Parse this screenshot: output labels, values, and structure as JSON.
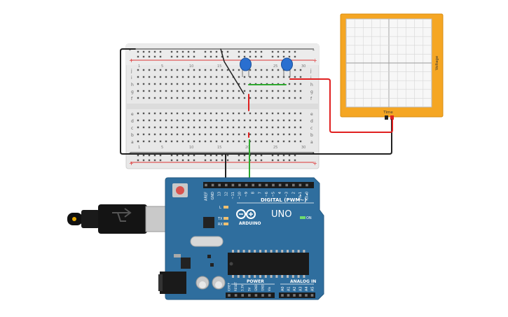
{
  "breadboard": {
    "row_labels_top": [
      "j",
      "i",
      "h",
      "g",
      "f"
    ],
    "row_labels_bottom": [
      "e",
      "d",
      "c",
      "b",
      "a"
    ],
    "column_numbers": [
      "1",
      "5",
      "10",
      "15",
      "20",
      "25",
      "30"
    ],
    "rail_plus": "+",
    "rail_minus": "-"
  },
  "oscilloscope": {
    "x_label": "Time",
    "y_label": "Voltage",
    "frame_color": "#f5a623"
  },
  "arduino": {
    "brand": "ARDUINO",
    "model": "UNO",
    "digital_label": "DIGITAL (PWM~)",
    "power_label": "POWER",
    "analog_label": "ANALOG IN",
    "on_label": "ON",
    "l_label": "L",
    "tx_label": "TX",
    "rx_label": "RX",
    "digital_pins": [
      "AREF",
      "GND",
      "13",
      "12",
      "~11",
      "~10",
      "~9",
      "8",
      "7",
      "~6",
      "~5",
      "4",
      "~3",
      "2",
      "TX▸1",
      "RX◂0"
    ],
    "power_pins": [
      "IOREF",
      "RESET",
      "3.3V",
      "5V",
      "GND",
      "GND",
      "Vin"
    ],
    "analog_pins": [
      "A0",
      "A1",
      "A2",
      "A3",
      "A4",
      "A5"
    ],
    "board_color": "#2f6e9e"
  },
  "wires": {
    "red": "#e02020",
    "black": "#222222",
    "green": "#2fa82f"
  },
  "components": {
    "capacitor_color": "#2a6fd0",
    "capacitor_count": 2
  }
}
